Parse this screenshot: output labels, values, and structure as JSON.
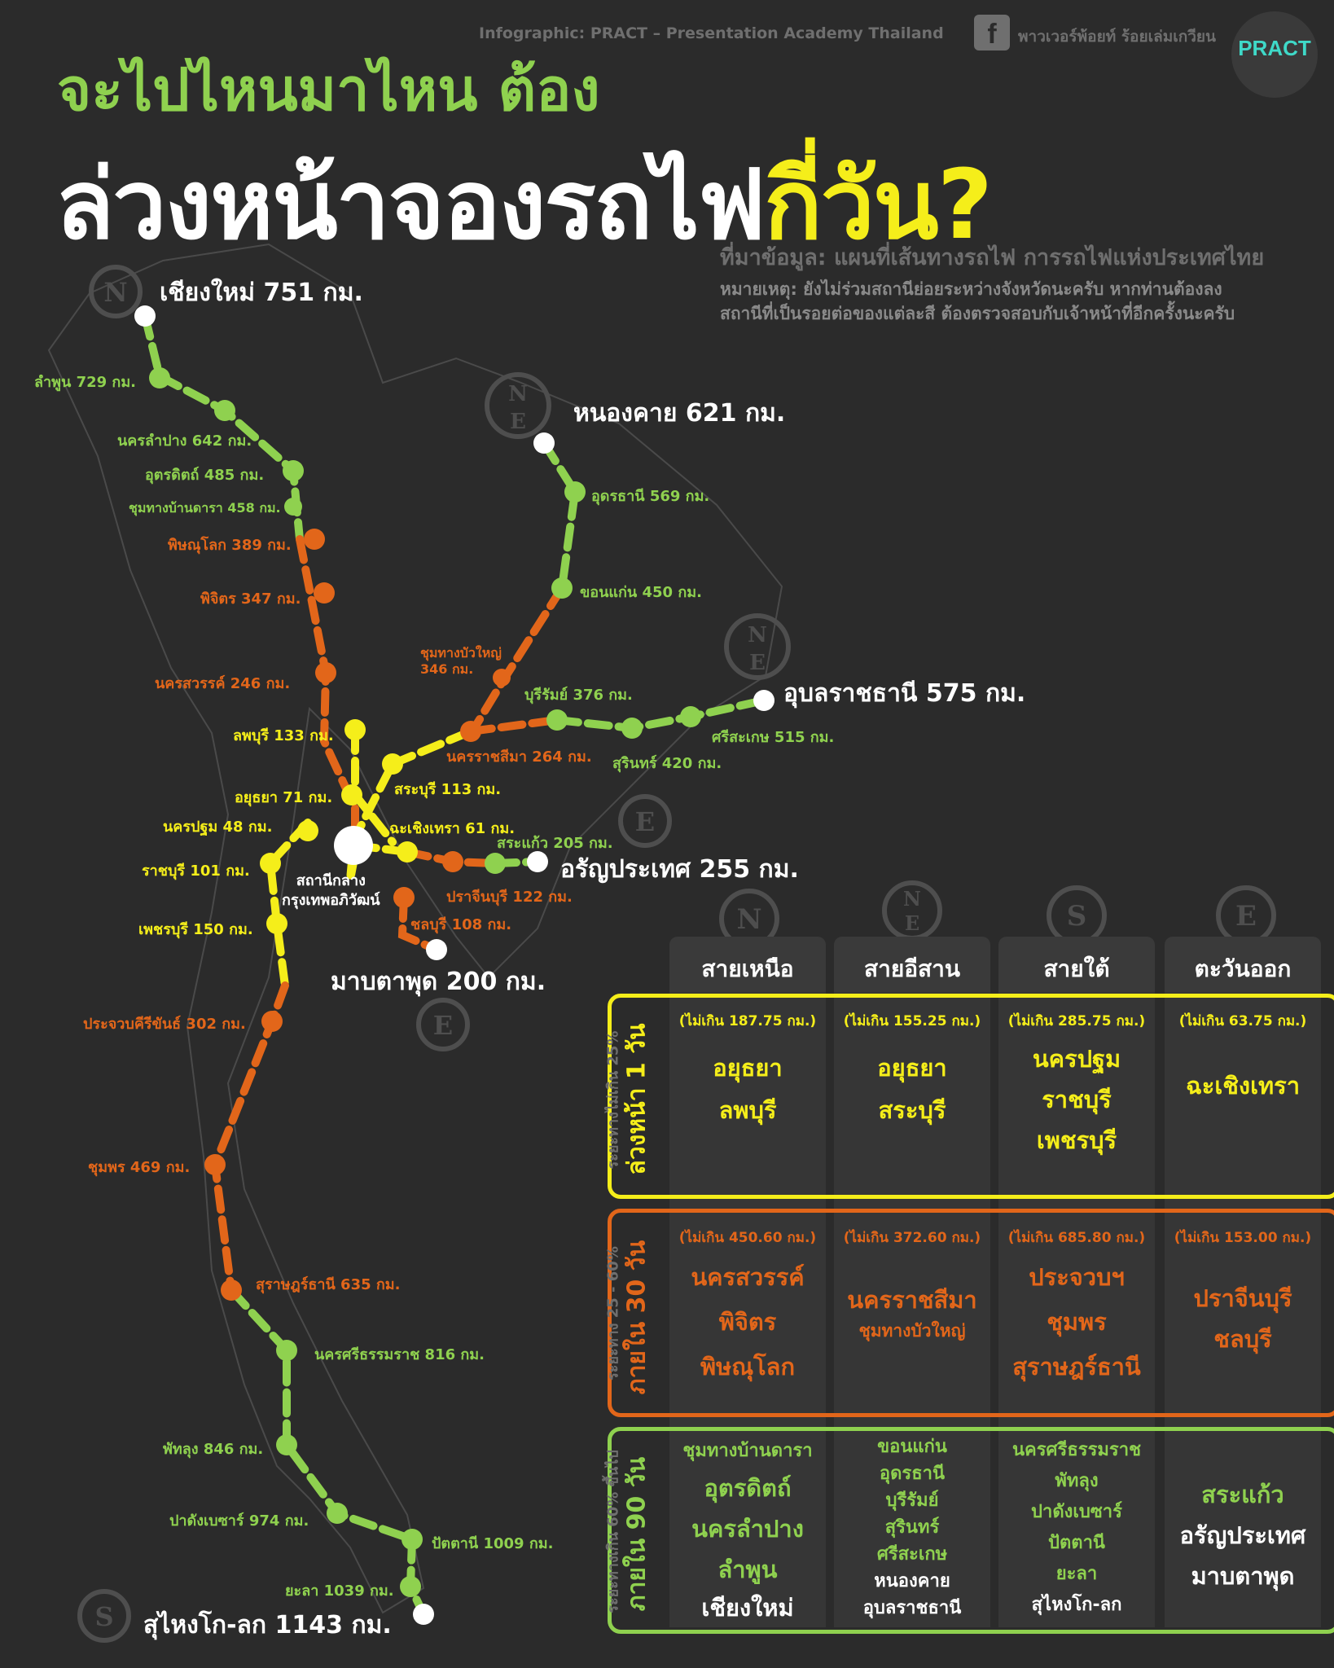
{
  "header": {
    "credit": "Infographic: PRACT – Presentation Academy Thailand",
    "fb_icon": "facebook-icon",
    "fb_name": "พาวเวอร์พ้อยท์ ร้อยเล่มเกวียน",
    "logo": "PRACT",
    "title_line1": "จะไปไหนมาไหน ต้อง",
    "title_line2_main": "ล่วงหน้าจองรถไฟ",
    "title_line2_highlight": "กี่วัน?",
    "source": "ที่มาข้อมูล: แผนที่เส้นทางรถไฟ การรถไฟแห่งประเทศไทย",
    "note_line1": "หมายเหตุ: ยังไม่ร่วมสถานีย่อยระหว่างจังหวัดนะครับ หากท่านต้องลง",
    "note_line2": "สถานีที่เป็นรอยต่อของแต่ละสี ต้องตรวจสอบกับเจ้าหน้าที่อีกครั้งนะครับ"
  },
  "colors": {
    "green": "#8fd14f",
    "orange": "#e2661a",
    "yellow": "#f5ee1a",
    "white": "#ffffff",
    "bg": "#2b2b2b"
  },
  "compass": {
    "n": "N",
    "ne_1": "N",
    "ne_2": "E",
    "s": "S",
    "e": "E"
  },
  "map": {
    "terminals": {
      "chiangmai": "เชียงใหม่ 751 กม.",
      "nongkhai": "หนองคาย 621 กม.",
      "ubon": "อุบลราชธานี 575 กม.",
      "aranyaprathet": "อรัญประเทศ 255 กม.",
      "maptaphut": "มาบตาพุด 200 กม.",
      "sungaikolok": "สุไหงโก-ลก 1143 กม."
    },
    "stations": {
      "lamphun": "ลำพูน 729 กม.",
      "lampang": "นครลำปาง 642 กม.",
      "uttaradit": "อุตรดิตถ์ 485 กม.",
      "banda": "ชุมทางบ้านดารา 458 กม.",
      "phitsanulok": "พิษณุโลก 389 กม.",
      "phichit": "พิจิตร 347 กม.",
      "nakhonsawan": "นครสวรรค์ 246 กม.",
      "lopburi": "ลพบุรี 133 กม.",
      "ayutthaya": "อยุธยา 71 กม.",
      "nakhonpathom": "นครปฐม 48 กม.",
      "ratchaburi": "ราชบุรี 101 กม.",
      "phetchaburi": "เพชรบุรี 150 กม.",
      "prachuap": "ประจวบคีรีขันธ์ 302 กม.",
      "chumphon": "ชุมพร 469 กม.",
      "suratthani": "สุราษฎร์ธานี 635 กม.",
      "nakhonsi": "นครศรีธรรมราช 816 กม.",
      "phatthalung": "พัทลุง 846 กม.",
      "padangbesar": "ปาดังเบซาร์ 974 กม.",
      "pattani": "ปัตตานี 1009 กม.",
      "yala": "ยะลา 1039 กม.",
      "udonthani": "อุดรธานี 569 กม.",
      "khonkaen": "ขอนแก่น 450 กม.",
      "buayai": "ชุมทางบัวใหญ่\n346 กม.",
      "buriram": "บุรีรัมย์ 376 กม.",
      "surin": "สุรินทร์ 420 กม.",
      "sisaket": "ศรีสะเกษ 515 กม.",
      "nakhonratchasima": "นครราชสีมา 264 กม.",
      "saraburi": "สระบุรี 113 กม.",
      "chachoengsao": "ฉะเชิงเทรา 61 กม.",
      "sakaeo": "สระแก้ว 205 กม.",
      "prachinburi": "ปราจีนบุรี 122 กม.",
      "chonburi": "ชลบุรี 108 กม.",
      "central": "สถานีกลาง\nกรุงเทพอภิวัฒน์"
    }
  },
  "table": {
    "columns": [
      "สายเหนือ",
      "สายอีสาน",
      "สายใต้",
      "ตะวันออก"
    ],
    "column_icons": [
      "N",
      "NE",
      "S",
      "E"
    ],
    "rows": [
      {
        "label": "ล่วงหน้า 1 วัน",
        "sub": "ระยะทางไม่เกิน 25%",
        "limits": [
          "(ไม่เกิน 187.75 กม.)",
          "(ไม่เกิน 155.25 กม.)",
          "(ไม่เกิน 285.75 กม.)",
          "(ไม่เกิน 63.75 กม.)"
        ],
        "towns": [
          [
            "อยุธยา",
            "ลพบุรี"
          ],
          [
            "อยุธยา",
            "สระบุรี"
          ],
          [
            "นครปฐม",
            "ราชบุรี",
            "เพชรบุรี"
          ],
          [
            "ฉะเชิงเทรา"
          ]
        ]
      },
      {
        "label": "ภายใน 30 วัน",
        "sub": "ระยะทาง 25 - 60%",
        "limits": [
          "(ไม่เกิน 450.60 กม.)",
          "(ไม่เกิน 372.60 กม.)",
          "(ไม่เกิน 685.80 กม.)",
          "(ไม่เกิน 153.00 กม.)"
        ],
        "towns": [
          [
            "นครสวรรค์",
            "พิจิตร",
            "พิษณุโลก"
          ],
          [
            "นครราชสีมา",
            "ชุมทางบัวใหญ่"
          ],
          [
            "ประจวบฯ",
            "ชุมพร",
            "สุราษฎร์ธานี"
          ],
          [
            "ปราจีนบุรี",
            "ชลบุรี"
          ]
        ]
      },
      {
        "label": "ภายใน 90 วัน",
        "sub": "ระยะทางเกิน 60% ขึ้นไป",
        "towns": [
          [
            "ชุมทางบ้านดารา",
            "อุตรดิตถ์",
            "นครลำปาง",
            "ลำพูน",
            "เชียงใหม่"
          ],
          [
            "ขอนแก่น",
            "อุดรธานี",
            "บุรีรัมย์",
            "สุรินทร์",
            "ศรีสะเกษ",
            "หนองคาย",
            "อุบลราชธานี"
          ],
          [
            "นครศรีธรรมราช",
            "พัทลุง",
            "ปาดังเบซาร์",
            "ปัตตานี",
            "ยะลา",
            "สุไหงโก-ลก"
          ],
          [
            "สระแก้ว",
            "อรัญประเทศ",
            "มาบตาพุด"
          ]
        ]
      }
    ]
  }
}
